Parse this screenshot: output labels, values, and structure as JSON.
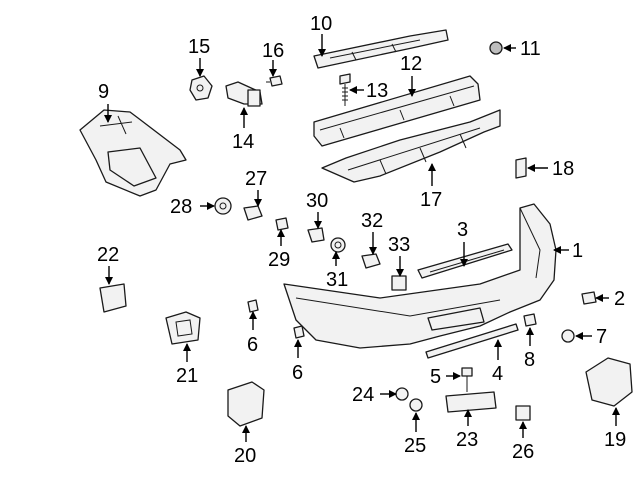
{
  "callouts": {
    "c1": "1",
    "c2": "2",
    "c3": "3",
    "c4": "4",
    "c5": "5",
    "c6a": "6",
    "c6b": "6",
    "c7": "7",
    "c8": "8",
    "c9": "9",
    "c10": "10",
    "c11": "11",
    "c12": "12",
    "c13": "13",
    "c14": "14",
    "c15": "15",
    "c16": "16",
    "c17": "17",
    "c18": "18",
    "c19": "19",
    "c20": "20",
    "c21": "21",
    "c22": "22",
    "c23": "23",
    "c24": "24",
    "c25": "25",
    "c26": "26",
    "c27": "27",
    "c28": "28",
    "c29": "29",
    "c30": "30",
    "c31": "31",
    "c32": "32",
    "c33": "33"
  }
}
